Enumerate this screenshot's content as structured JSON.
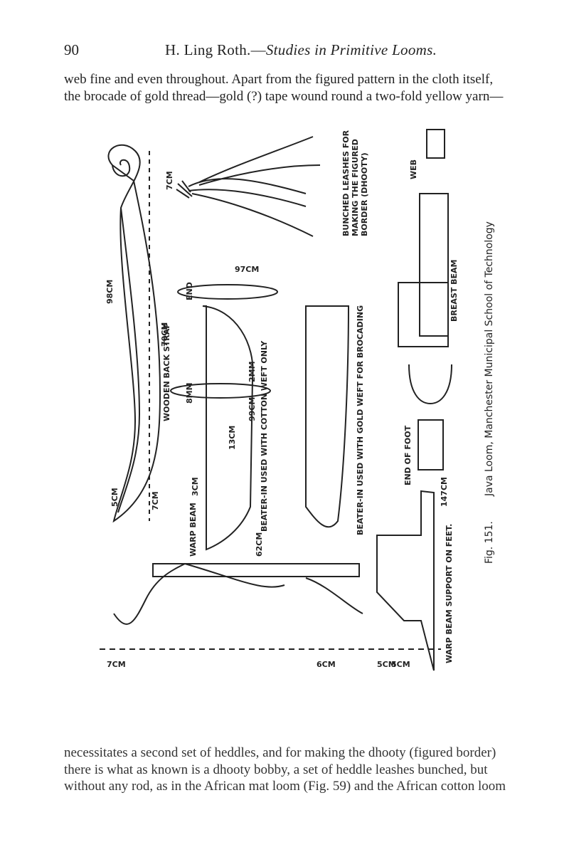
{
  "header": {
    "page_number": "90",
    "running_title_author": "H. Ling Roth.—",
    "running_title_work": "Studies in Primitive Looms."
  },
  "paragraph_top": {
    "lines": [
      "web fine and even throughout. Apart from the figured pattern in the cloth itself,",
      "the brocade of gold thread—gold (?) tape wound round a two-fold yellow yarn—"
    ]
  },
  "figure": {
    "caption_fig": "Fig. 151.",
    "caption_text": "Java Loom, Manchester Municipal School of Technology",
    "labels": {
      "wooden_back_strap": "WOODEN BACK STRAP",
      "bunched_leashes": "BUNCHED LEASHES FOR",
      "bunched_leashes_2": "MAKING THE FIGURED",
      "bunched_leashes_3": "BORDER (DHOOTY)",
      "web": "WEB",
      "breast_beam": "BREAST BEAM",
      "end": "END",
      "beater_cotton": "BEATER-IN USED WITH COTTON WEFT ONLY",
      "beater_gold": "BEATER-IN USED WITH GOLD WEFT FOR BROCADING",
      "end_of_foot": "END OF FOOT",
      "warp_beam_small": "WARP BEAM",
      "warp_beam_support": "WARP BEAM SUPPORT ON FEET.",
      "m_5cm": "5CM",
      "m_7cm_top": "7CM",
      "m_7cm_bot": "7CM",
      "m_98cm": "98CM",
      "m_70cm": "70CM",
      "m_8mm": "8MM",
      "m_3cm": "3CM",
      "m_13cm": "13CM",
      "m_99cm": "99CM",
      "m_2mm": "2MM",
      "m_147cm": "147CM",
      "m_97cm": "97CM",
      "m_62cm": "62CM",
      "m_end_a": "7CM",
      "m_end_b": "6CM",
      "m_end_c": "5CM",
      "m_end_d": "5CM"
    }
  },
  "paragraph_bottom": {
    "lines": [
      "necessitates a second set of heddles, and for making the dhooty (figured border)",
      "there is what as known is a dhooty bobby, a set of heddle leashes bunched, but",
      "without any rod, as in the African mat loom (Fig. 59) and the African cotton loom"
    ]
  }
}
